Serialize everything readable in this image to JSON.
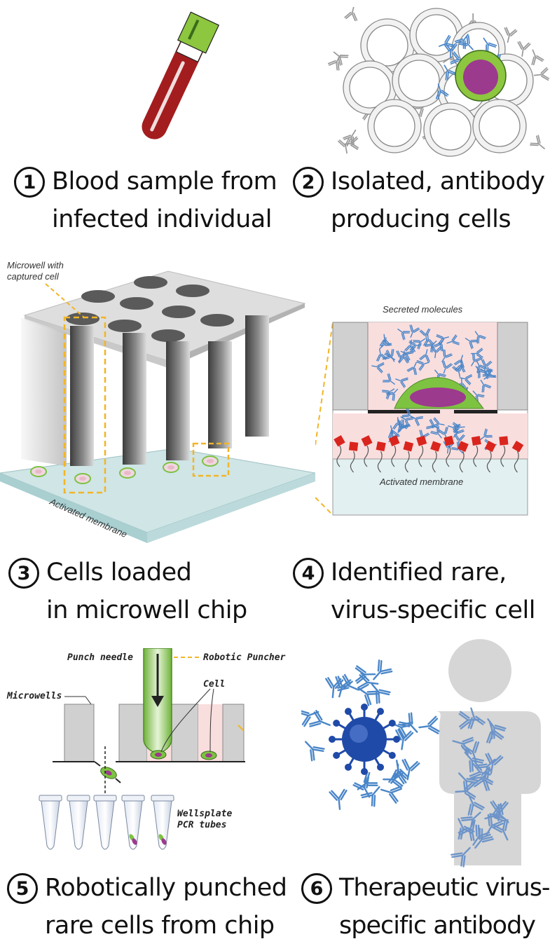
{
  "steps": [
    {
      "number": "1",
      "lines": [
        "Blood sample from",
        "infected individual"
      ]
    },
    {
      "number": "2",
      "lines": [
        "Isolated, antibody",
        "producing cells"
      ]
    },
    {
      "number": "3",
      "lines": [
        "Cells loaded",
        "in microwell chip"
      ]
    },
    {
      "number": "4",
      "lines": [
        "Identified rare,",
        "virus-specific cell"
      ]
    },
    {
      "number": "5",
      "lines": [
        "Robotically punched",
        "rare cells from chip"
      ]
    },
    {
      "number": "6",
      "lines": [
        "Therapeutic virus-",
        "specific antibody"
      ]
    }
  ],
  "panel3": {
    "microwell_label_1": "Microwell with",
    "microwell_label_2": "captured cell",
    "membrane_label": "Activated membrane"
  },
  "panel4": {
    "secreted_label": "Secreted molecules",
    "membrane_label": "Activated membrane"
  },
  "panel5": {
    "punch_needle": "Punch needle",
    "robotic_puncher": "Robotic Puncher",
    "cell": "Cell",
    "microwells": "Microwells",
    "wellsplate_1": "Wellsplate",
    "wellsplate_2": "PCR tubes"
  },
  "colors": {
    "blood": "#a31d1f",
    "cap_green": "#8dc63f",
    "cell_green": "#7ec242",
    "nucleus_purple": "#9c3a8e",
    "antibody_blue": "#4a86c8",
    "dashed_yellow": "#f2b526",
    "marker_red": "#d9251d",
    "membrane_teal": "#cfe7e9",
    "pink": "#f9dede",
    "grey_wall": "#d0d0d0",
    "virus_blue": "#1f4aa8",
    "human_grey": "#d6d6d6"
  },
  "icons": [
    "blood-tube-icon",
    "antibody-icon",
    "virus-icon",
    "human-silhouette-icon",
    "pcr-tube-icon"
  ]
}
